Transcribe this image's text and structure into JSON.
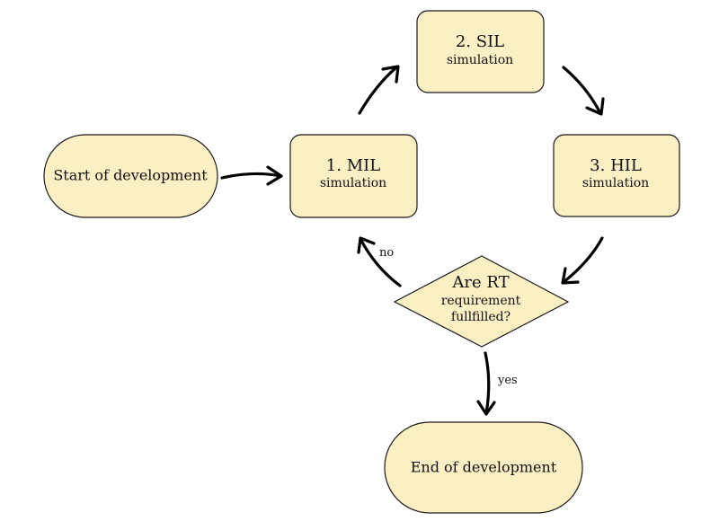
{
  "colors": {
    "node_fill": "#fdefc4",
    "node_stroke": "#1a1a1a",
    "arrow": "#000000"
  },
  "nodes": {
    "start": {
      "label": "Start of development"
    },
    "mil": {
      "line1": "1. MIL",
      "line2": "simulation"
    },
    "sil": {
      "line1": "2. SIL",
      "line2": "simulation"
    },
    "hil": {
      "line1": "3. HIL",
      "line2": "simulation"
    },
    "decision": {
      "line1": "Are RT",
      "line2": "requirement",
      "line3": "fullfilled?"
    },
    "end": {
      "label": "End of development"
    }
  },
  "edges": {
    "no_label": "no",
    "yes_label": "yes"
  }
}
